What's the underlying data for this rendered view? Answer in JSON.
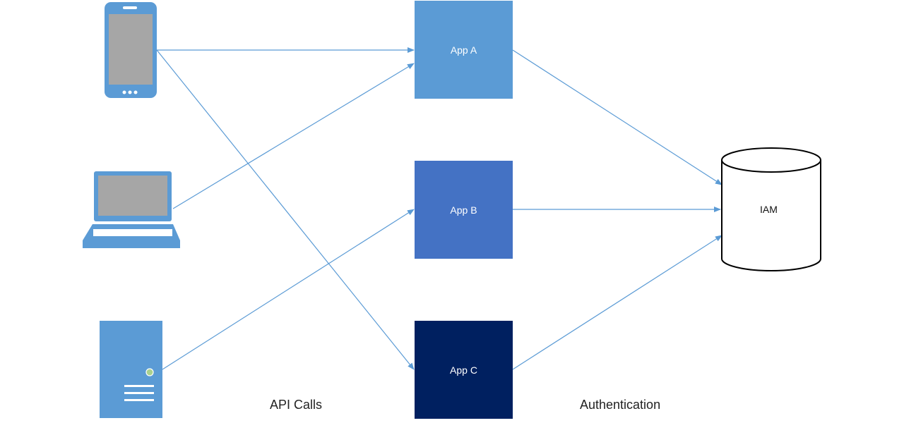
{
  "apps": [
    {
      "label": "App A",
      "color": "#5b9bd5"
    },
    {
      "label": "App B",
      "color": "#4472c4"
    },
    {
      "label": "App C",
      "color": "#002060"
    }
  ],
  "iam": {
    "label": "IAM"
  },
  "captions": {
    "left": "API Calls",
    "right": "Authentication"
  },
  "clients": [
    {
      "icon": "smartphone-icon"
    },
    {
      "icon": "laptop-icon"
    },
    {
      "icon": "server-icon"
    }
  ],
  "colors": {
    "arrow": "#5b9bd5",
    "icon_blue": "#5b9bd5",
    "screen_gray": "#a6a6a6",
    "status_led": "#a9d18e"
  }
}
